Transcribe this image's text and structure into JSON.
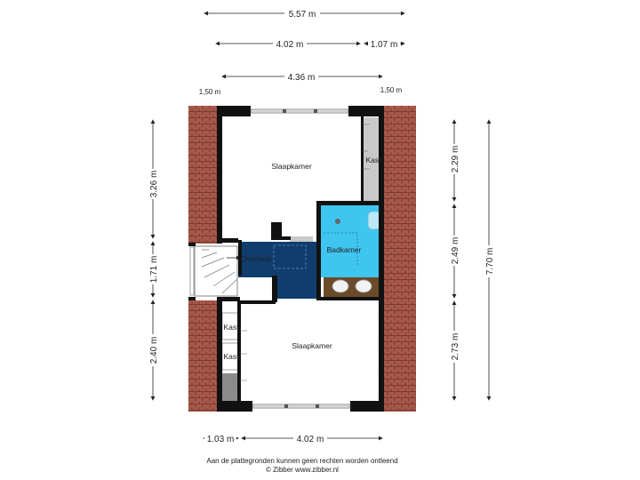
{
  "dimensions": {
    "top_total": "5.57 m",
    "top_left": "4.02 m",
    "top_right": "1.07 m",
    "inner_width": "4.36 m",
    "roof_left": "1,50 m",
    "roof_right": "1,50 m",
    "left_top": "3.26 m",
    "left_mid": "1.71 m",
    "left_bottom": "2.40 m",
    "right_top": "2.29 m",
    "right_mid": "2.49 m",
    "right_bottom": "2.73 m",
    "right_total": "7.70 m",
    "bottom_left": "1.03 m",
    "bottom_right": "4.02 m"
  },
  "rooms": {
    "slaapkamer_top": "Slaapkamer",
    "kast_top": "Kast",
    "badkamer": "Badkamer",
    "overloop": "Overloop",
    "kast_1": "Kast",
    "kast_2": "Kast",
    "slaapkamer_bottom": "Slaapkamer"
  },
  "footer": {
    "line1": "Aan de plattegronden kunnen geen rechten worden ontleend",
    "line2": "© Zibber www.zibber.nl"
  },
  "colors": {
    "roof": "#a8584b",
    "wall": "#111111",
    "bathroom": "#3ec6f0",
    "landing": "#0f3d6e",
    "cabinet": "#c9c9c9",
    "wood": "#6b4a2a"
  }
}
